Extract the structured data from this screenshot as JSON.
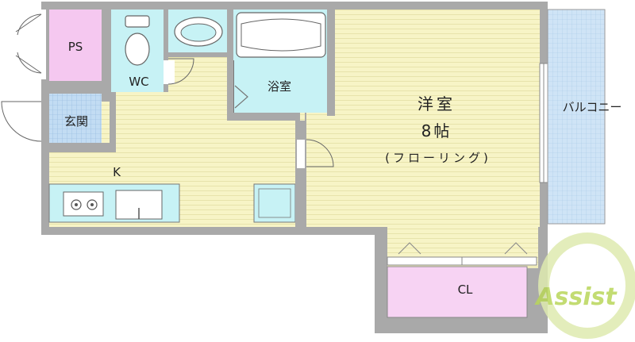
{
  "rooms": {
    "ps": "PS",
    "wc": "WC",
    "bath": "浴室",
    "entrance": "玄関",
    "kitchen": "K",
    "western_room": "洋室",
    "room_size": "8帖",
    "flooring": "(フローリング)",
    "balcony": "バルコニー",
    "closet": "CL"
  },
  "logo": {
    "text": "Assist"
  },
  "colors": {
    "wall": "#a9a9a9",
    "floor_yellow": "#f7f4c6",
    "ps_pink": "#f5c8f0",
    "closet_pink": "#f7d3f3",
    "bath_cyan": "#c7f2f5",
    "entrance_blue": "#c2dcf3",
    "balcony_blue": "#cfe4f6",
    "logo_green": "#b9d65a"
  }
}
